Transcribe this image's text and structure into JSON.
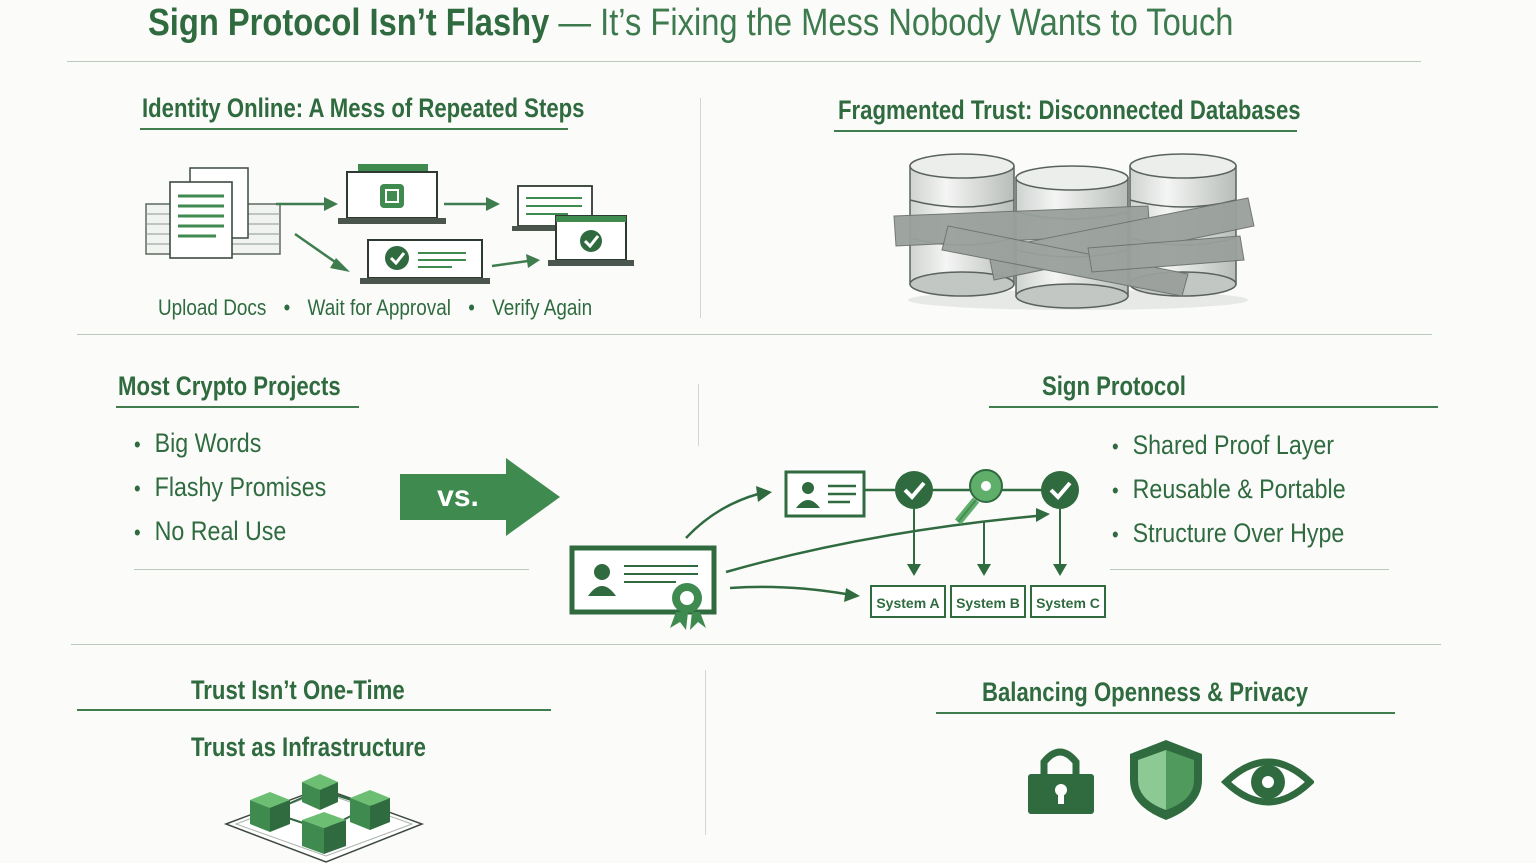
{
  "title": {
    "bold": "Sign Protocol Isn’t Flashy",
    "rest": "— It’s Fixing the Mess Nobody Wants to Touch"
  },
  "identity": {
    "title": "Identity Online: A Mess of Repeated Steps",
    "steps": [
      "Upload Docs",
      "Wait for Approval",
      "Verify Again"
    ],
    "separator": "•"
  },
  "fragmented": {
    "title": "Fragmented Trust: Disconnected Databases"
  },
  "crypto": {
    "title": "Most Crypto Projects",
    "items": [
      "Big Words",
      "Flashy Promises",
      "No Real Use"
    ]
  },
  "vs_label": "vs.",
  "sign": {
    "title": "Sign Protocol",
    "items": [
      "Shared Proof Layer",
      "Reusable & Portable",
      "Structure Over Hype"
    ],
    "systems": [
      "System A",
      "System B",
      "System C"
    ]
  },
  "trust": {
    "title": "Trust Isn’t One-Time",
    "subtitle": "Trust as Infrastructure"
  },
  "balance": {
    "title": "Balancing Openness & Privacy",
    "icons": [
      "lock-icon",
      "shield-icon",
      "eye-icon"
    ]
  },
  "colors": {
    "green": "#2f6b3f",
    "accent": "#3f8a4f",
    "background": "#fbfbfa"
  }
}
